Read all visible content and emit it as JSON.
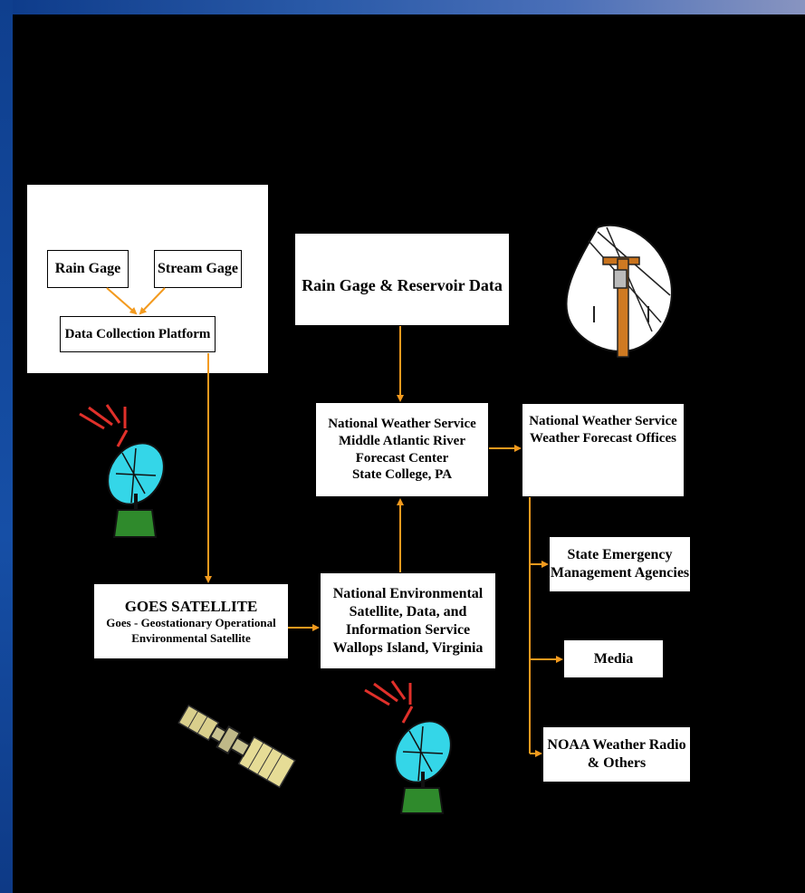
{
  "nodes": {
    "rain_gage": "Rain Gage",
    "stream_gage": "Stream Gage",
    "dcp": "Data Collection Platform",
    "reservoir": "Rain Gage & Reservoir Data",
    "marfc": [
      "National Weather Service",
      "Middle Atlantic River",
      "Forecast Center",
      "State College, PA"
    ],
    "wfo": [
      "National Weather Service",
      "Weather Forecast Offices"
    ],
    "goes_title": "GOES SATELLITE",
    "goes_sub": [
      "Goes - Geostationary Operational",
      "Environmental Satellite"
    ],
    "nesdis": [
      "National Environmental",
      "Satellite, Data, and",
      "Information Service",
      "Wallops Island, Virginia"
    ],
    "sema": [
      "State Emergency",
      "Management Agencies"
    ],
    "media": "Media",
    "noaa": [
      "NOAA Weather Radio",
      "& Others"
    ]
  },
  "colors": {
    "arrow": "#f39a1e",
    "background": "#000000",
    "box": "#ffffff"
  },
  "icons": [
    "satellite-dish-icon-left",
    "satellite-dish-icon-bottom",
    "satellite-icon",
    "utility-pole-icon"
  ]
}
